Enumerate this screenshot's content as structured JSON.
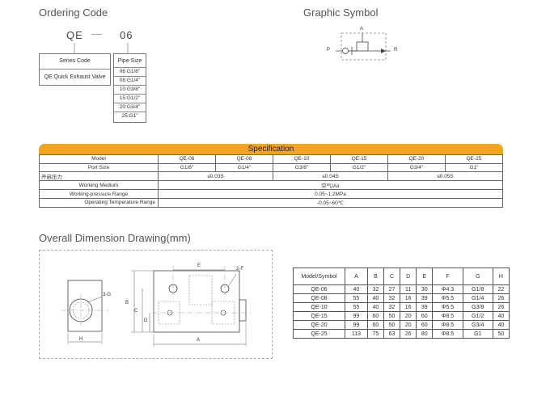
{
  "ordering": {
    "title": "Ordering Code",
    "code_prefix": "QE",
    "code_dash": "—",
    "code_suffix": "06",
    "series_header": "Series Code",
    "series_value": "QE:Quick Exhaust Valve",
    "pipe_header": "Pipe Size",
    "pipe_sizes": [
      "06:G1/8\"",
      "08:G1/4\"",
      "10:G3/8\"",
      "15:G1/2\"",
      "20:G3/4\"",
      "25:G1\""
    ]
  },
  "graphic": {
    "title": "Graphic Symbol",
    "label_a": "A",
    "label_p": "P",
    "label_r": "R"
  },
  "spec": {
    "title": "Specification",
    "rows": [
      {
        "label": "Model",
        "label_align": "center",
        "cells": [
          {
            "text": "QE-06",
            "span": 1
          },
          {
            "text": "QE-08",
            "span": 1
          },
          {
            "text": "QE-10",
            "span": 1
          },
          {
            "text": "QE-15",
            "span": 1
          },
          {
            "text": "QE-20",
            "span": 1
          },
          {
            "text": "QE-25",
            "span": 1
          }
        ]
      },
      {
        "label": "Port Size",
        "label_align": "center",
        "cells": [
          {
            "text": "G1/8\"",
            "span": 1
          },
          {
            "text": "G1/4\"",
            "span": 1
          },
          {
            "text": "G3/8\"",
            "span": 1
          },
          {
            "text": "G1/2\"",
            "span": 1
          },
          {
            "text": "G3/4\"",
            "span": 1
          },
          {
            "text": "G1\"",
            "span": 1
          }
        ]
      },
      {
        "label": "开启压力",
        "label_align": "left",
        "cells": [
          {
            "text": "≤0.03S",
            "span": 2
          },
          {
            "text": "≤0.04S",
            "span": 2
          },
          {
            "text": "≤0.05S",
            "span": 2
          }
        ]
      },
      {
        "label": "Working Medium",
        "label_align": "center",
        "cells": [
          {
            "text": "空气/Air",
            "span": 6
          }
        ]
      },
      {
        "label": "Working-pressure Range",
        "label_align": "center",
        "cells": [
          {
            "text": "0.05~1.2MPa",
            "span": 6
          }
        ]
      },
      {
        "label": "Operating Temperature Range",
        "label_align": "right",
        "cells": [
          {
            "text": "-0.05~60℃",
            "span": 6
          }
        ]
      }
    ]
  },
  "dimension": {
    "title": "Overall Dimension Drawing(mm)",
    "labels": {
      "g": "3-G",
      "h": "H",
      "b": "B",
      "c": "C",
      "d": "D",
      "e": "E",
      "f": "2-F",
      "a": "A"
    },
    "table": {
      "headers": [
        "Model/Symbol",
        "A",
        "B",
        "C",
        "D",
        "E",
        "F",
        "G",
        "H"
      ],
      "rows": [
        [
          "QE-06",
          "40",
          "32",
          "27",
          "11",
          "30",
          "Φ4.3",
          "G1/8",
          "22"
        ],
        [
          "QE-08",
          "55",
          "40",
          "32",
          "16",
          "39",
          "Φ5.5",
          "G1/4",
          "26"
        ],
        [
          "QE-10",
          "55",
          "40",
          "32",
          "16",
          "39",
          "Φ5.5",
          "G3/8",
          "26"
        ],
        [
          "QE-15",
          "99",
          "60",
          "50",
          "20",
          "60",
          "Φ8.5",
          "G1/2",
          "40"
        ],
        [
          "QE-20",
          "99",
          "60",
          "50",
          "20",
          "60",
          "Φ8.5",
          "G3/4",
          "40"
        ],
        [
          "QE-25",
          "113",
          "75",
          "63",
          "26",
          "80",
          "Φ8.5",
          "G1",
          "50"
        ]
      ]
    }
  }
}
